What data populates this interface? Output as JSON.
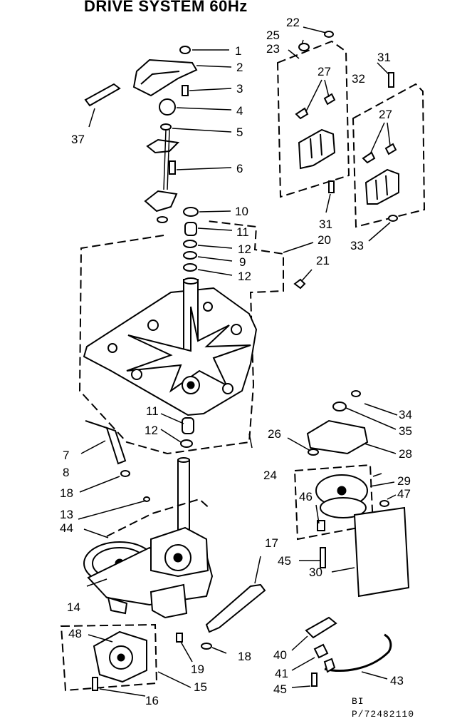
{
  "diagram": {
    "title": "DRIVE SYSTEM 60Hz",
    "code_line1": "BI",
    "code_line2": "P/72482110",
    "labels": [
      "1",
      "2",
      "3",
      "4",
      "5",
      "6",
      "37",
      "10",
      "11",
      "12",
      "9",
      "12",
      "22",
      "25",
      "23",
      "27",
      "31",
      "32",
      "27",
      "31",
      "20",
      "33",
      "21",
      "11",
      "12",
      "7",
      "8",
      "18",
      "24",
      "13",
      "44",
      "14",
      "48",
      "16",
      "15",
      "19",
      "18",
      "17",
      "34",
      "35",
      "26",
      "28",
      "29",
      "46",
      "47",
      "45",
      "30",
      "40",
      "41",
      "45",
      "43"
    ]
  }
}
